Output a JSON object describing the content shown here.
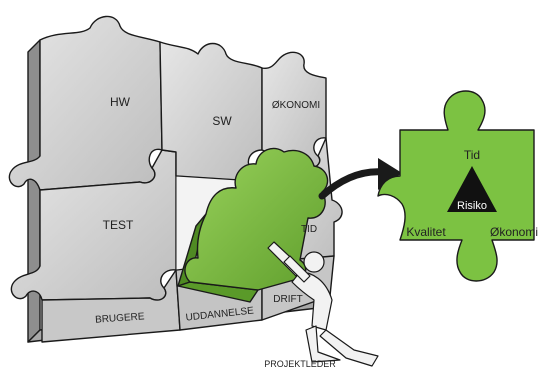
{
  "wall_pieces": {
    "hw": "HW",
    "sw": "SW",
    "okonomi": "ØKONOMI",
    "test": "TEST",
    "tid": "TID",
    "brugere": "BRUGERE",
    "uddannelse": "UDDANNELSE",
    "drift": "DRIFT"
  },
  "person_label": "PROJEKTLEDER",
  "detail_piece": {
    "top": "Tid",
    "center": "Risiko",
    "left": "Kvalitet",
    "right": "Økonomi"
  },
  "colors": {
    "wall": "#cfcfcf",
    "wall_side": "#9a9a9a",
    "green": "#7cc242",
    "green_dark": "#4f8a23",
    "outline": "#1a1a1a"
  },
  "icons": [
    "puzzle-wall",
    "green-puzzle-piece",
    "person-figure",
    "curved-arrow-icon",
    "risk-triangle-icon"
  ]
}
